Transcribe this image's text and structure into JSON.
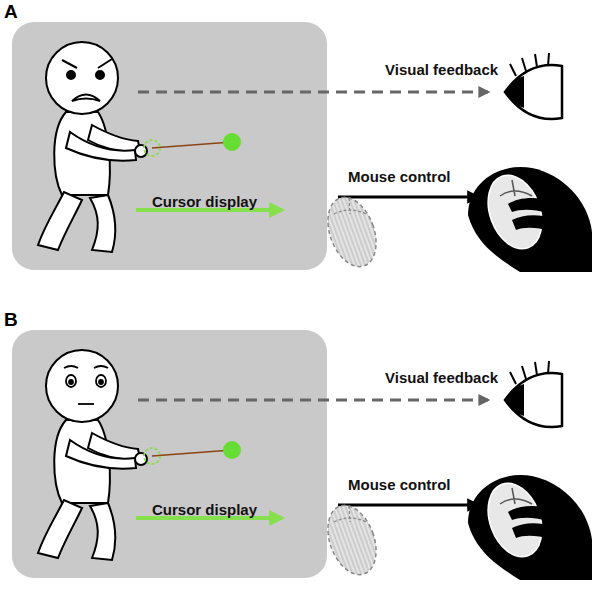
{
  "diagram": {
    "nodes": [
      {
        "text": [
          "A",
          "Cursor display"
        ]
      },
      {
        "text": [
          "B",
          "Cursor display"
        ]
      }
    ],
    "labels": [
      "Visual feedback",
      "Mouse control",
      "Visual feedback",
      "Mouse control"
    ]
  }
}
